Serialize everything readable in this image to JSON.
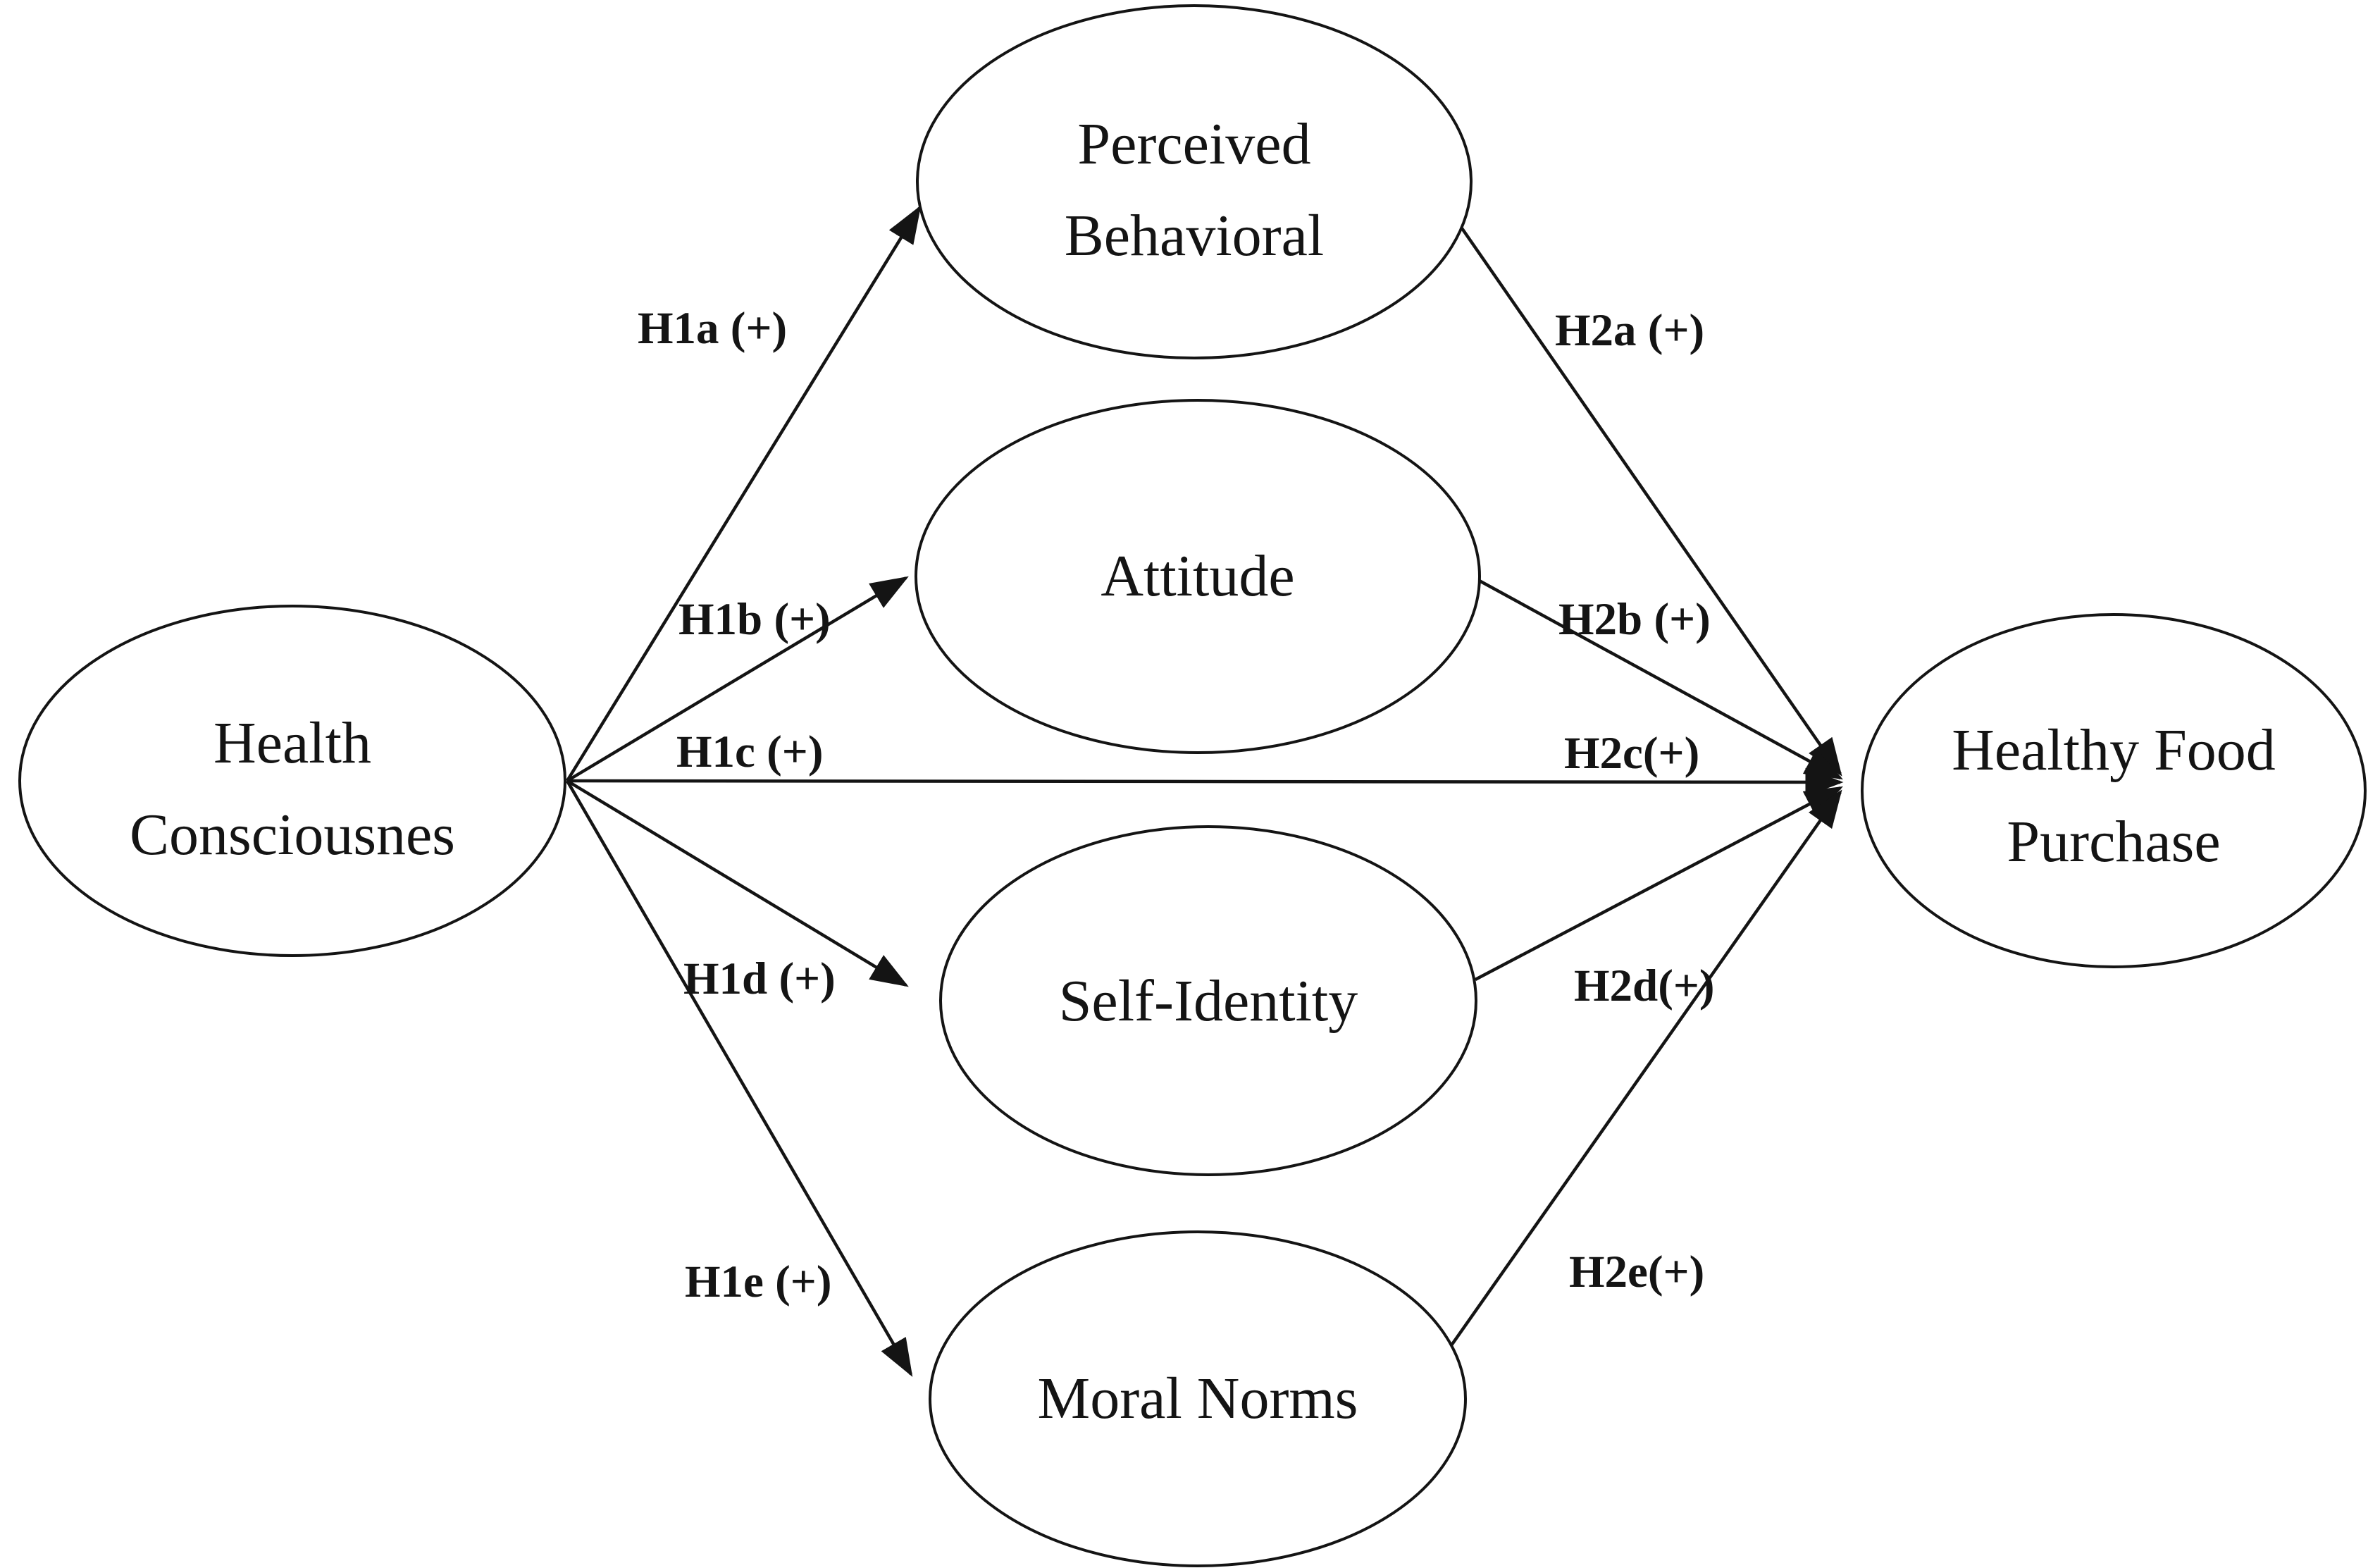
{
  "figure": {
    "type": "hypothesis-path-diagram",
    "background_color": "#ffffff",
    "line_color": "#141414",
    "nodes": {
      "health_consciousness": {
        "line1": "Health",
        "line2": "Consciousnes"
      },
      "perceived_behavioral": {
        "line1": "Perceived",
        "line2": "Behavioral"
      },
      "attitude": {
        "label": "Attitude"
      },
      "self_identity": {
        "label": "Self-Identity"
      },
      "moral_norms": {
        "label": "Moral Norms"
      },
      "healthy_food_purchase": {
        "line1": "Healthy Food",
        "line2": "Purchase"
      }
    },
    "hypotheses": {
      "h1a": "H1a (+)",
      "h1b": "H1b (+)",
      "h1c": "H1c (+)",
      "h1d": "H1d (+)",
      "h1e": "H1e (+)",
      "h2a": "H2a (+)",
      "h2b": "H2b (+)",
      "h2c": "H2c(+)",
      "h2d": "H2d(+)",
      "h2e": "H2e(+)"
    }
  }
}
